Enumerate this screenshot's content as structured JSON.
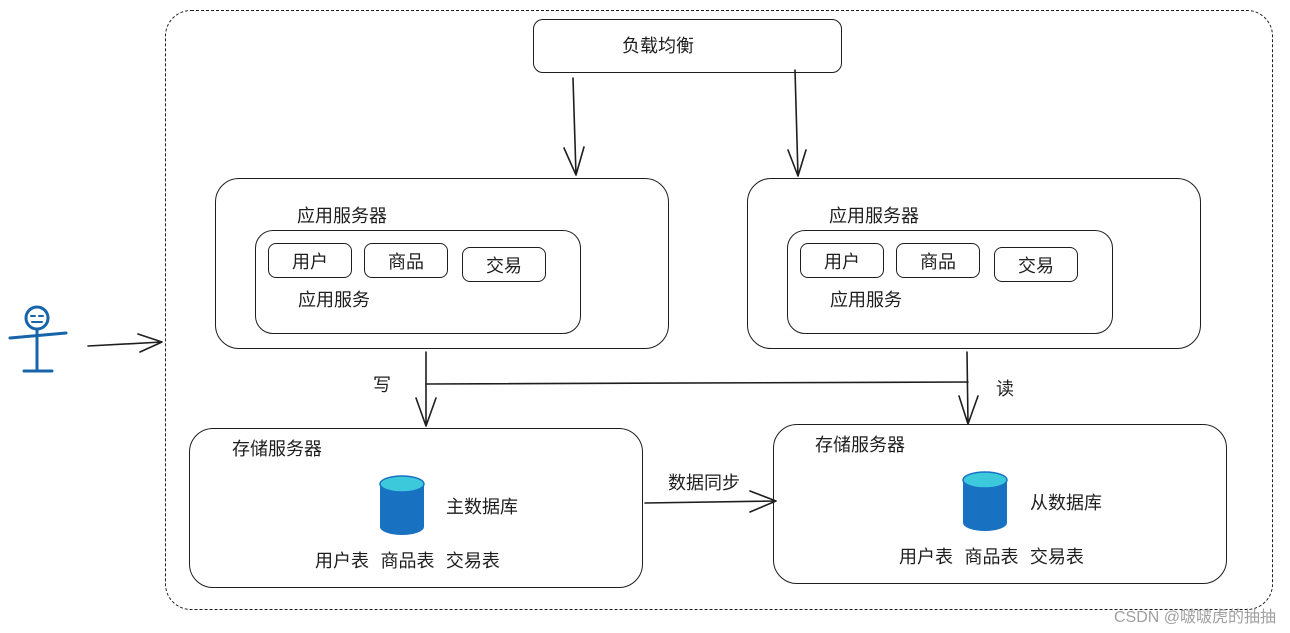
{
  "load_balancer": {
    "label": "负载均衡"
  },
  "app_servers": [
    {
      "title": "应用服务器",
      "service_label": "应用服务",
      "modules": [
        "用户",
        "商品",
        "交易"
      ]
    },
    {
      "title": "应用服务器",
      "service_label": "应用服务",
      "modules": [
        "用户",
        "商品",
        "交易"
      ]
    }
  ],
  "edges": {
    "write_label": "写",
    "read_label": "读",
    "sync_label": "数据同步"
  },
  "storage_servers": [
    {
      "title": "存储服务器",
      "db_label": "主数据库",
      "tables": "用户表  商品表  交易表"
    },
    {
      "title": "存储服务器",
      "db_label": "从数据库",
      "tables": "用户表  商品表  交易表"
    }
  ],
  "colors": {
    "stroke": "#1e1e1e",
    "db_fill": "#1971c2",
    "db_top": "#3bc9db",
    "user_icon": "#1864ab"
  },
  "watermark": "CSDN @啵啵虎的抽抽"
}
